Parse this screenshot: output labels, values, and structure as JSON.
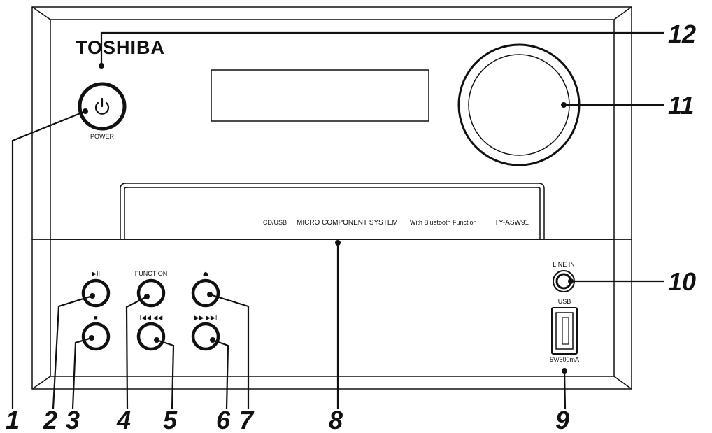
{
  "brand": "TOSHIBA",
  "power_label": "POWER",
  "play_pause_glyph": "▶II",
  "stop_glyph": "■",
  "function_label": "FUNCTION",
  "eject_glyph": "⏏",
  "rewind_glyph": "I◀◀ ◀◀",
  "forward_glyph": "▶▶ ▶▶I",
  "line_in_label": "LINE IN",
  "usb_label": "USB",
  "usb_rating": "5V/500mA",
  "tray_text": {
    "cd_usb": "CD/USB",
    "system": "MICRO COMPONENT SYSTEM",
    "bluetooth": "With Bluetooth Function",
    "model": "TY-ASW91"
  },
  "callouts": [
    "1",
    "2",
    "3",
    "4",
    "5",
    "6",
    "7",
    "8",
    "9",
    "10",
    "11",
    "12"
  ],
  "colors": {
    "line": "#111111",
    "background": "#ffffff"
  }
}
